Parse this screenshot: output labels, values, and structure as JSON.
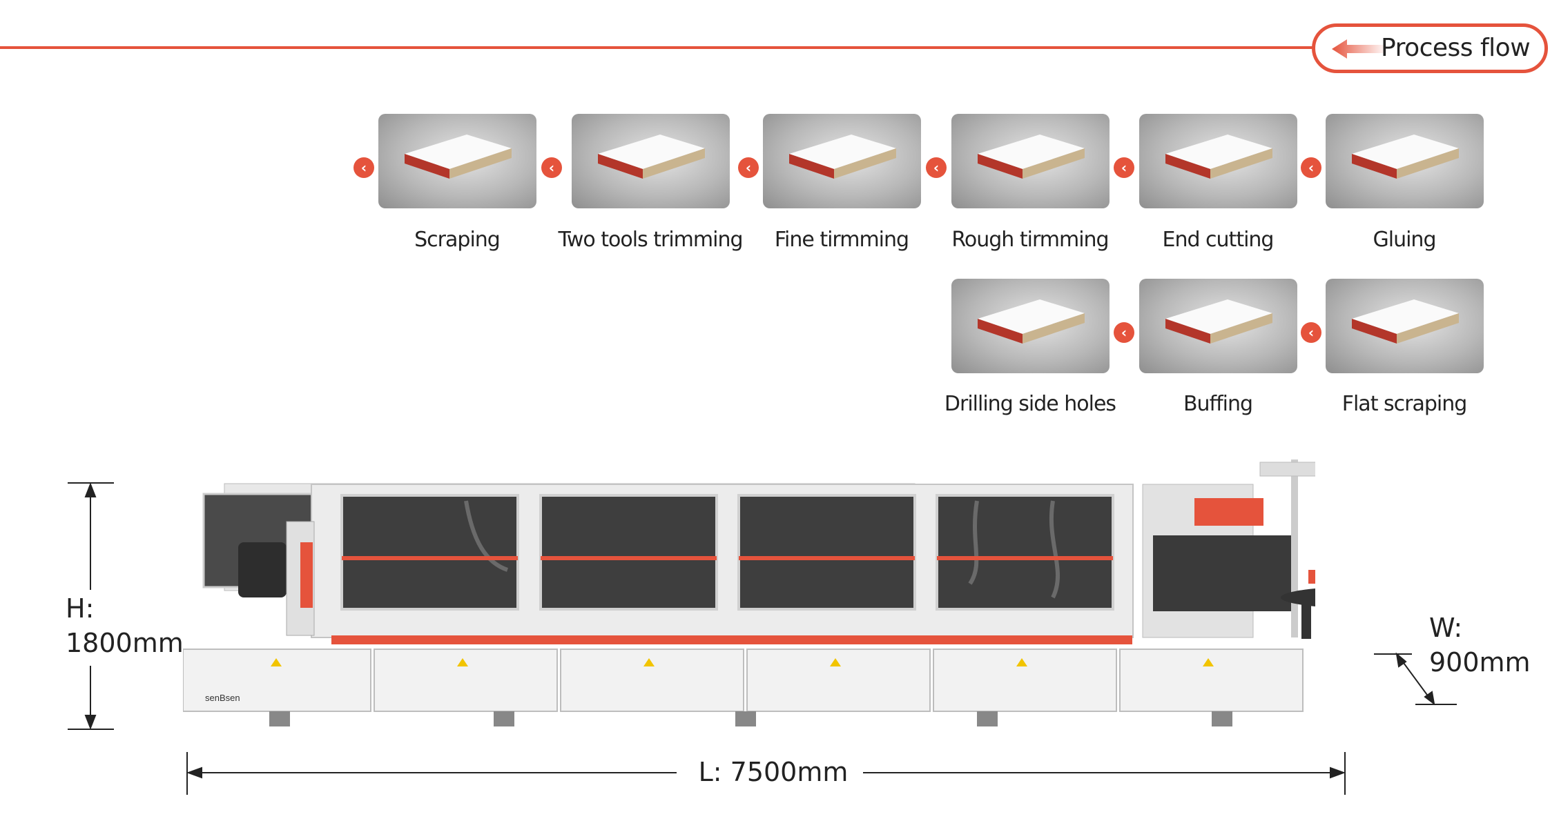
{
  "header": {
    "title": "Process flow"
  },
  "steps_row1": [
    {
      "label": "Scraping"
    },
    {
      "label": "Two tools trimming"
    },
    {
      "label": "Fine tirmming"
    },
    {
      "label": "Rough tirmming"
    },
    {
      "label": "End cutting"
    },
    {
      "label": "Gluing"
    }
  ],
  "steps_row2": [
    {
      "label": "Drilling side holes"
    },
    {
      "label": "Buffing"
    },
    {
      "label": "Flat scraping"
    }
  ],
  "dimensions": {
    "height_label": "H:",
    "height_value": "1800mm",
    "width_label": "W:",
    "width_value": "900mm",
    "length": "L: 7500mm"
  },
  "brand": "senBsen",
  "colors": {
    "accent": "#e5533c",
    "edge": "#b3362a"
  }
}
